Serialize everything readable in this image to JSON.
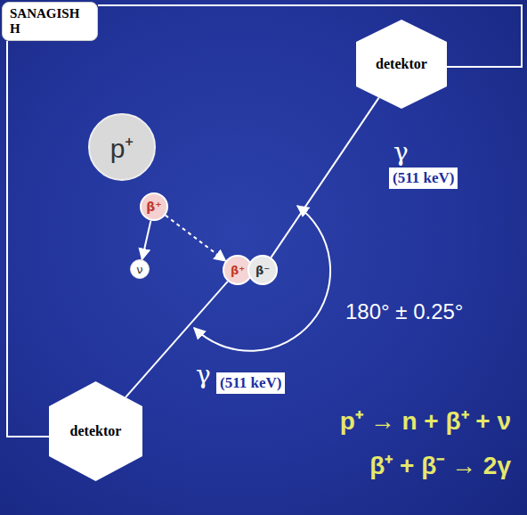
{
  "diagram": {
    "nodes": [
      {
        "text": [
          "SANAGISH H"
        ]
      },
      {
        "text": [
          "detektor"
        ]
      },
      {
        "text": [
          "p⁺"
        ]
      },
      {
        "text": [
          "β⁺"
        ]
      },
      {
        "text": [
          "(511 keV)"
        ]
      },
      {
        "text": [
          "ν"
        ]
      },
      {
        "text": [
          "β⁺"
        ]
      },
      {
        "text": [
          "β⁻"
        ]
      },
      {
        "text": [
          "(511 keV)"
        ]
      },
      {
        "text": [
          "detektor"
        ]
      }
    ],
    "edges": [
      {
        "from": 3,
        "to": 5,
        "arrow": "to"
      },
      {
        "from": 3,
        "to": 6,
        "arrow": "to"
      },
      {
        "from": 7,
        "to": 1,
        "label": "γ",
        "arrow": "none"
      },
      {
        "from": 6,
        "to": 9,
        "label": "γ",
        "arrow": "none"
      },
      {
        "from": 0,
        "to": 1,
        "arrow": "none"
      },
      {
        "from": 0,
        "to": 9,
        "arrow": "none"
      }
    ],
    "labels": [
      "180° ± 0.25°",
      "p⁺ → n + β⁺ + ν",
      "β⁺ + β⁻ → 2γ"
    ]
  }
}
